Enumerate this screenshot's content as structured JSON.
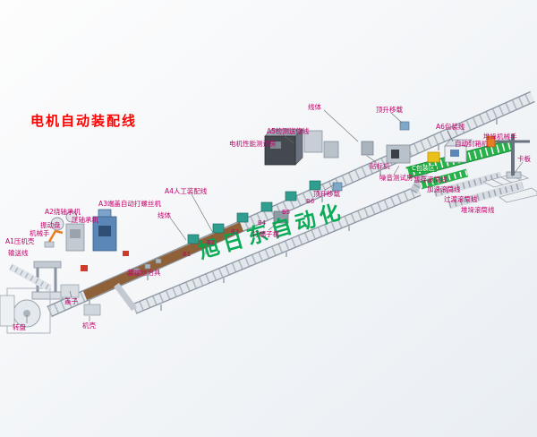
{
  "title": "电机自动装配线",
  "watermark": "旭日东自动化",
  "colors": {
    "title": "#ff0000",
    "label_text": "#c4006a",
    "watermark": "#00a84f",
    "green_conveyor": "#27b24b",
    "yellow_machine": "#ecc01a",
    "brown_deck": "#8a5a2e"
  },
  "labels": [
    {
      "id": "line-body-top",
      "text": "线体"
    },
    {
      "id": "lift-transfer-top",
      "text": "顶升移载"
    },
    {
      "id": "a6-packing-line",
      "text": "A6包装线"
    },
    {
      "id": "stacking-robot",
      "text": "堆垛机械手"
    },
    {
      "id": "box-sealing-machine",
      "text": "自动封箱机"
    },
    {
      "id": "a5-inspect-repair-line",
      "text": "A5检测送修线"
    },
    {
      "id": "motor-performance-test-room",
      "text": "电机性能测试房"
    },
    {
      "id": "pallet",
      "text": "卡板"
    },
    {
      "id": "labeling-machine",
      "text": "贴标机"
    },
    {
      "id": "noise-test-room",
      "text": "噪音测试房"
    },
    {
      "id": "c-packing-zone",
      "text": "C包装区"
    },
    {
      "id": "buffer-roller-line",
      "text": "暂存滚筒线"
    },
    {
      "id": "speedup-roller-line",
      "text": "加速滚筒线"
    },
    {
      "id": "transition-roller-line",
      "text": "过渡滚筒线"
    },
    {
      "id": "stacking-roller-line",
      "text": "堆垛滚筒线"
    },
    {
      "id": "lift-transfer-mid",
      "text": "顶升移载"
    },
    {
      "id": "a4-manual-assembly-line",
      "text": "A4人工装配线"
    },
    {
      "id": "b6",
      "text": "B6"
    },
    {
      "id": "b5",
      "text": "B5"
    },
    {
      "id": "b4",
      "text": "B4"
    },
    {
      "id": "line-body-mid",
      "text": "线体"
    },
    {
      "id": "a3-auto-screw-machine",
      "text": "A3端盖自动打螺丝机"
    },
    {
      "id": "a2-bearing-machine",
      "text": "A2绕轴承机"
    },
    {
      "id": "press-bearing-machine",
      "text": "压轴承机"
    },
    {
      "id": "vibration-bowl",
      "text": "振动盘"
    },
    {
      "id": "robot-arm",
      "text": "机械手"
    },
    {
      "id": "a1-press-housing",
      "text": "A1压机壳"
    },
    {
      "id": "conveyor-line",
      "text": "输送线"
    },
    {
      "id": "b3",
      "text": "B3"
    },
    {
      "id": "terminal-machine",
      "text": "打端子机"
    },
    {
      "id": "b2",
      "text": "B2"
    },
    {
      "id": "b1",
      "text": "B1"
    },
    {
      "id": "screw-fixture",
      "text": "装螺丝治具"
    },
    {
      "id": "cover",
      "text": "盖子"
    },
    {
      "id": "turntable",
      "text": "转盘"
    },
    {
      "id": "housing",
      "text": "机壳"
    }
  ]
}
